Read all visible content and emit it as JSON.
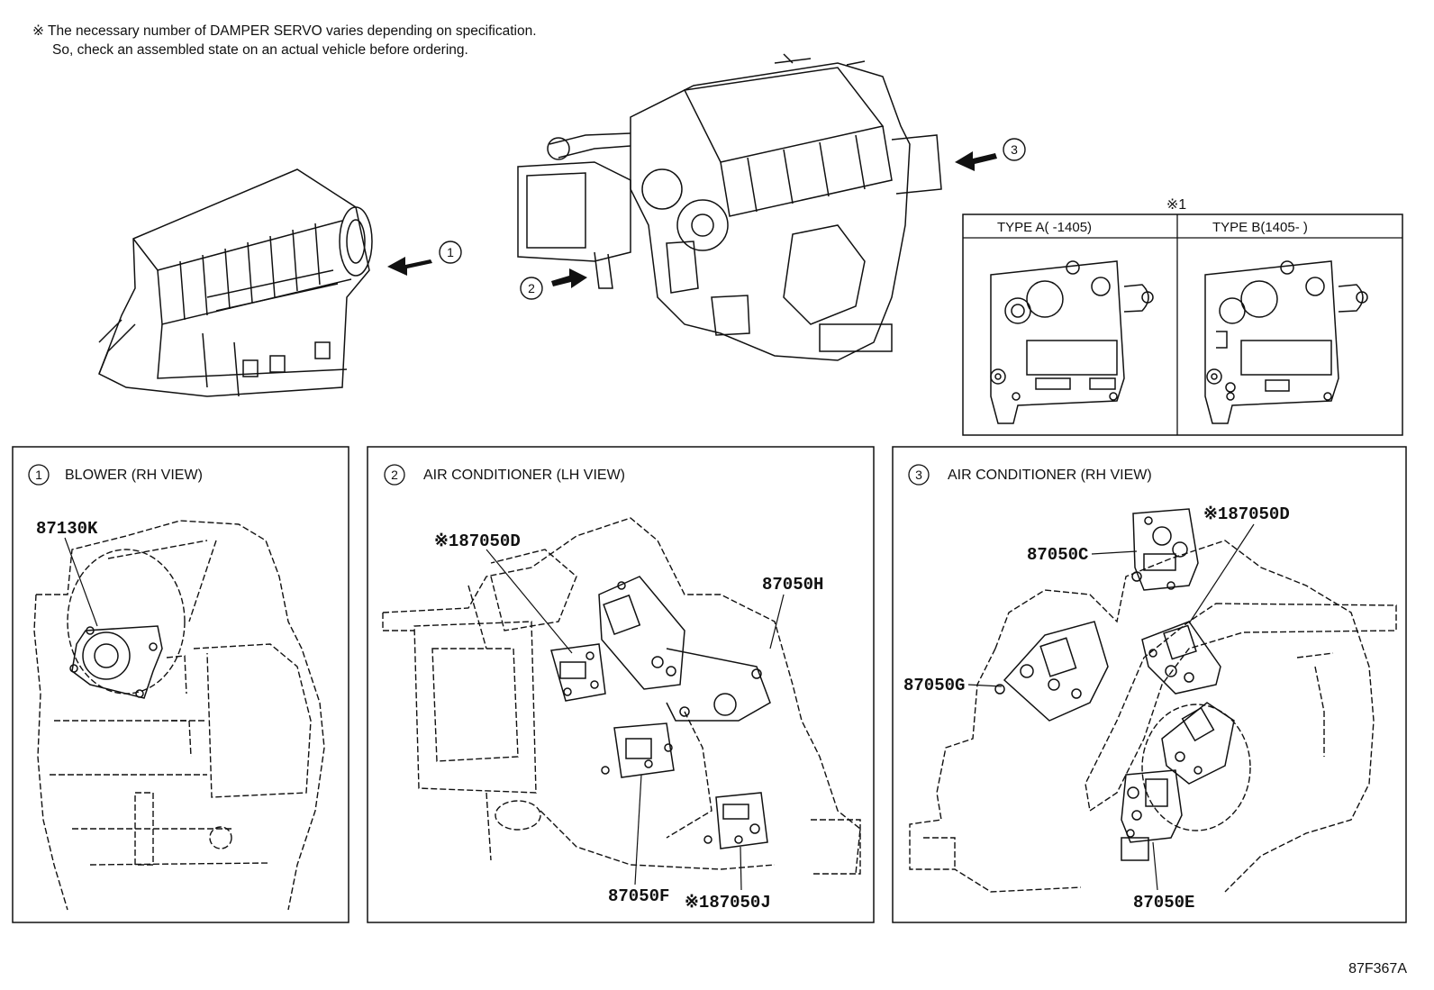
{
  "note": {
    "line1": "※ The necessary number of DAMPER SERVO varies depending on specification.",
    "line2": "So, check an assembled state on an actual vehicle before ordering."
  },
  "callouts": {
    "one": "1",
    "two": "2",
    "three": "3"
  },
  "type_box": {
    "marker": "※1",
    "type_a": "TYPE A(        -1405)",
    "type_b": "TYPE B(1405-        )"
  },
  "panels": [
    {
      "num": "1",
      "title": "BLOWER (RH VIEW)",
      "parts": [
        "87130K"
      ]
    },
    {
      "num": "2",
      "title": "AIR CONDITIONER (LH VIEW)",
      "parts": [
        "※187050D",
        "87050H",
        "87050F",
        "※187050J"
      ]
    },
    {
      "num": "3",
      "title": "AIR CONDITIONER (RH VIEW)",
      "parts": [
        "※187050D",
        "87050C",
        "87050G",
        "87050E"
      ]
    }
  ],
  "figure_code": "87F367A"
}
